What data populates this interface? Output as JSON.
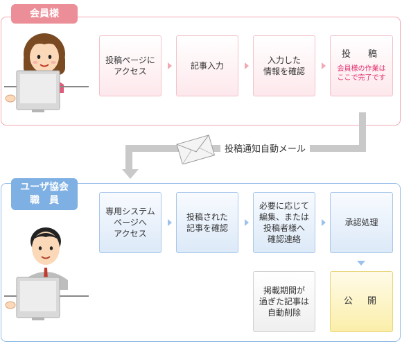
{
  "member": {
    "tag": "会員様",
    "steps": [
      {
        "text": "投稿ページに\nアクセス"
      },
      {
        "text": "記事入力"
      },
      {
        "text": "入力した\n情報を確認"
      }
    ],
    "final": {
      "title": "投　稿",
      "note": "会員様の作業は\nここで完了です"
    }
  },
  "notification": {
    "label": "投稿通知自動メール"
  },
  "staff": {
    "tag": "ユーザ協会\n職　員",
    "steps": [
      {
        "text": "専用システム\nページへ\nアクセス"
      },
      {
        "text": "投稿された\n記事を確認"
      },
      {
        "text": "必要に応じて\n編集、または\n投稿者様へ\n確認連絡"
      },
      {
        "text": "承認処理"
      }
    ],
    "publish": {
      "text": "公　開"
    },
    "expire": {
      "text": "掲載期間が\n過ぎた記事は\n自動削除"
    }
  },
  "colors": {
    "member_accent": "#ec8e98",
    "staff_accent": "#7eb0e3",
    "note": "#e0306f"
  },
  "icons": [
    "woman-at-computer-icon",
    "man-at-computer-icon",
    "envelope-icon"
  ]
}
